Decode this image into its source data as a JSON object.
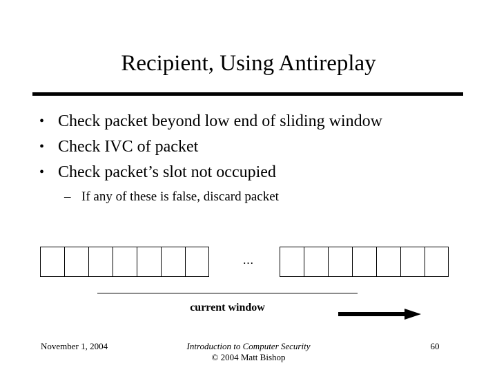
{
  "slide": {
    "title": "Recipient, Using Antireplay",
    "bullets": [
      {
        "marker": "•",
        "text": "Check packet beyond low end of sliding window"
      },
      {
        "marker": "•",
        "text": "Check IVC of packet"
      },
      {
        "marker": "•",
        "text": "Check packet’s slot not occupied"
      }
    ],
    "sub_bullets": [
      {
        "marker": "–",
        "text": "If any of these is false, discard packet"
      }
    ],
    "diagram": {
      "left_group_slots": 7,
      "right_group_slots": 7,
      "ellipsis": "...",
      "window_label": "current window",
      "arrow_direction": "right"
    },
    "footer": {
      "date": "November 1, 2004",
      "course": "Introduction to Computer Security",
      "copyright": "© 2004 Matt Bishop",
      "page_number": "60"
    },
    "colors": {
      "background": "#ffffff",
      "text": "#000000",
      "rule": "#000000"
    }
  }
}
